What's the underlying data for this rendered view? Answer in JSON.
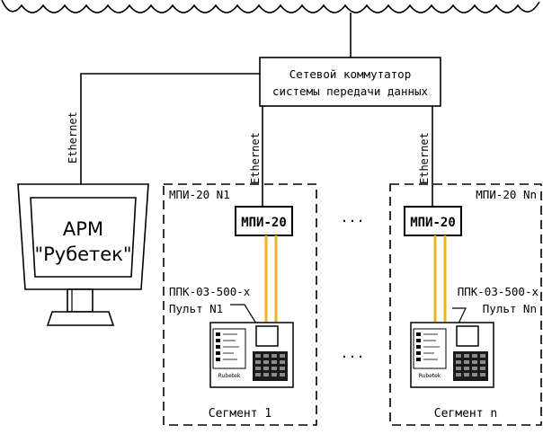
{
  "network": {
    "cable_label": "Ethernet"
  },
  "switch": {
    "line1": "Сетевой коммутатор",
    "line2": "системы передачи данных"
  },
  "workstation": {
    "line1": "АРМ",
    "line2": "\"Рубетек\""
  },
  "segments": [
    {
      "title": "МПИ-20 N1",
      "module": "МПИ-20",
      "panel_line1": "ППК-03-500-х",
      "panel_line2": "Пульт N1",
      "footer": "Сегмент 1",
      "device_brand": "Rubetek"
    },
    {
      "title": "МПИ-20 Nn",
      "module": "МПИ-20",
      "panel_line1": "ППК-03-500-х",
      "panel_line2": "Пульт Nn",
      "footer": "Сегмент n",
      "device_brand": "Rubetek"
    }
  ],
  "ellipsis": "...",
  "colors": {
    "line": "#000000",
    "bus": "#f2b01e"
  }
}
